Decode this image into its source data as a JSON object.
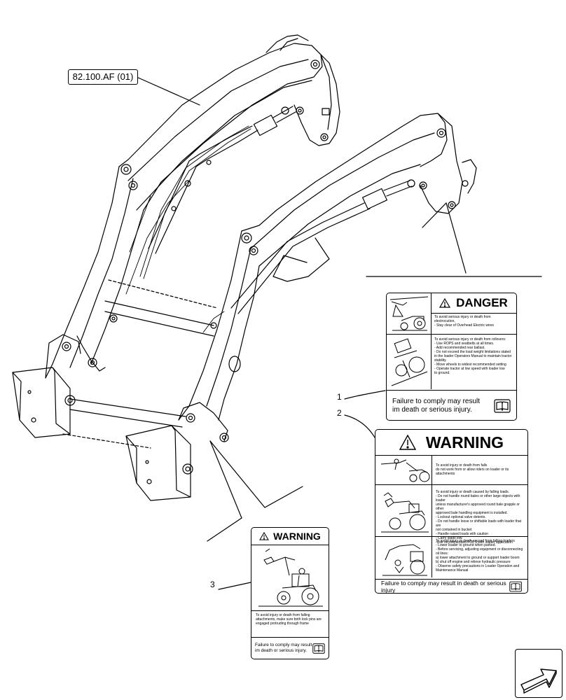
{
  "reference_label": "82.100.AF (01)",
  "callouts": [
    "1",
    "2",
    "3"
  ],
  "decal_1": {
    "header": "DANGER",
    "section_a": "To avoid serious injury or death from\nelectrocution,\n- Stay clear of Overhead Electric wires",
    "section_b": "To avoid serious injury or death from rollovers:\n- Use ROPS and seatbelts at all times.\n- Add recommended rear ballast.\n- Do not exceed the load weight limitations stated\nin the loader Operators Manual to maintain tractor\nstability.\n- Move wheels to widest recommended setting\n- Operate tractor at low speed with loader low\nto ground.",
    "footer": "Failure to comply may result\nim death or serious injury."
  },
  "decal_2": {
    "header": "WARNING",
    "section_a": "To avoid injury or death from falls\ndo not work from or allow riders on loader or its attachments",
    "section_b": "To avoid injury or death caused by falling loads.\n- Do not handle round bales or other large objects with loader\nunless manufacturer's approved round bale grapple or other\napproved bale handling equipment is installed.\n- Lockout optional valve detents.\n- Do not handle loose or shiftable loads with loader that are\nnot contained in bucket\n- Handle raised loads with caution\n- Carry loads low.\n-Use recommended FOPS with loader application",
    "section_c": "To avoid injury or death caused from falling loaders\n- Lower loader to ground when parked.\n- Before servicing, adjusting equipment or disconnecting\noil lines:\n  a) lower attachment to ground or support loader boom\n  b) shut off engine and relieve hydraulic pressure\n- Observe safety precautions in Loader Operation and\nMaintenance Manual",
    "footer": "Failure to comply may result in death or serious injury"
  },
  "decal_3": {
    "header": "WARNING",
    "section_a": "To avoid injury or death from falling\nattachments, make sure both lock pins are\nengaged protruding through frame",
    "footer": "Failure to comply may result\nim death or serious injury."
  },
  "icons": [
    "warning-triangle-icon",
    "manual-book-icon",
    "next-page-arrow-icon"
  ]
}
